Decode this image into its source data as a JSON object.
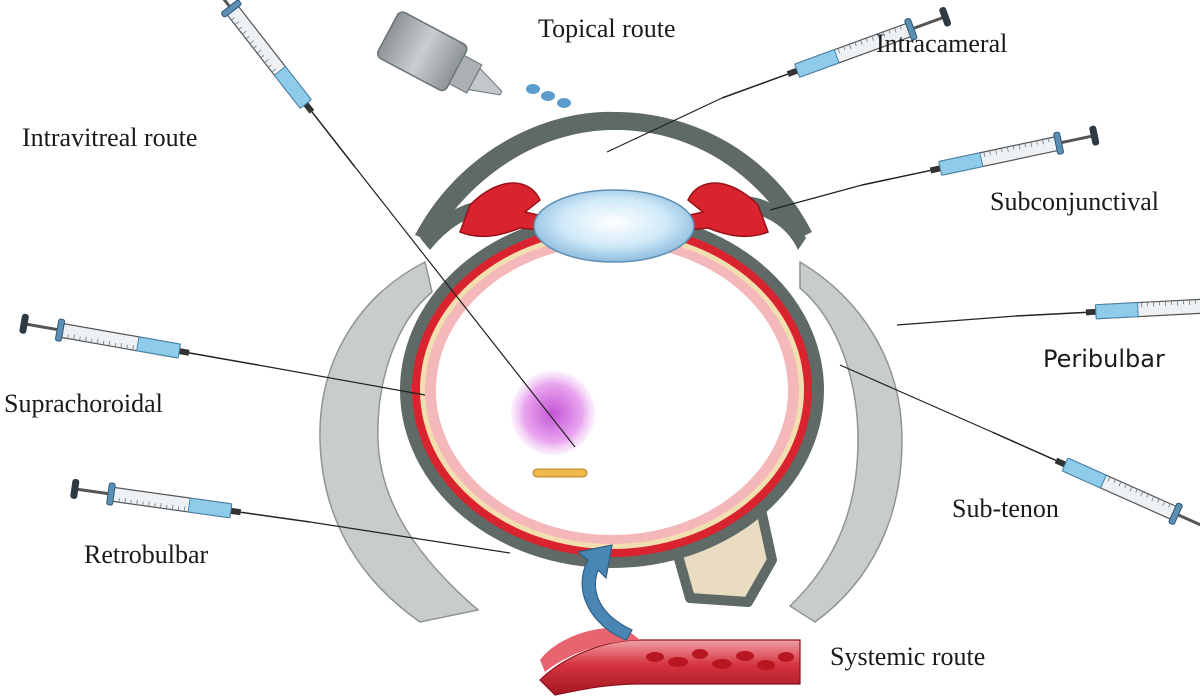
{
  "labels": {
    "topical": "Topical route",
    "intracameral": "Intracameral",
    "intravitreal": "Intravitreal route",
    "subconjunctival": "Subconjunctival",
    "peribulbar": "Peribulbar",
    "suprachoroidal": "Suprachoroidal",
    "sub_tenon": "Sub-tenon",
    "retrobulbar": "Retrobulbar",
    "systemic": "Systemic route"
  },
  "colors": {
    "sclera": "#5f6a66",
    "orbit": "#c9cdca",
    "choroid": "#d9232e",
    "retina": "#f4b8bb",
    "lens": "#bfe1f5",
    "drug_cloud": "#d77fe0",
    "syringe_fluid": "#8fcbea",
    "arrow": "#4a86b3",
    "vessel": "#d5333f"
  },
  "icons": [
    "eye-drop-bottle-icon",
    "syringe-icon",
    "blood-vessel-icon",
    "arrow-icon"
  ]
}
